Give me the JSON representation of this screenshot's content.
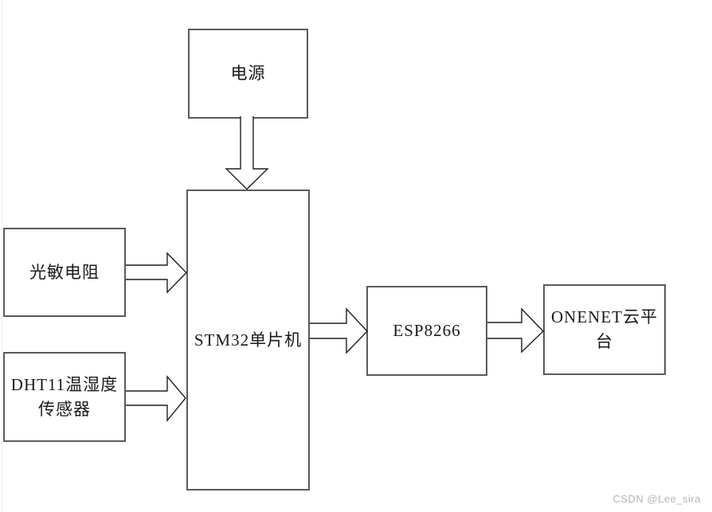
{
  "diagram": {
    "blocks": [
      {
        "id": "power",
        "label": "电源"
      },
      {
        "id": "stm32",
        "label": "STM32单片机"
      },
      {
        "id": "photoresistor",
        "label": "光敏电阻"
      },
      {
        "id": "dht11",
        "label": "DHT11温湿度传感器"
      },
      {
        "id": "esp8266",
        "label": "ESP8266"
      },
      {
        "id": "onenet",
        "label": "ONENET云平台"
      }
    ],
    "connections": [
      {
        "from": "电源",
        "to": "STM32单片机",
        "direction": "down"
      },
      {
        "from": "光敏电阻",
        "to": "STM32单片机",
        "direction": "right"
      },
      {
        "from": "DHT11温湿度传感器",
        "to": "STM32单片机",
        "direction": "right"
      },
      {
        "from": "STM32单片机",
        "to": "ESP8266",
        "direction": "right"
      },
      {
        "from": "ESP8266",
        "to": "ONENET云平台",
        "direction": "right"
      }
    ]
  },
  "watermark": {
    "text": "CSDN @Lee_sira"
  },
  "colors": {
    "background": "#ffffff",
    "box_border": "#5a5a5a",
    "arrow_outline": "#1f1f1f",
    "arrow_fill": "#ffffff",
    "text": "#1a1a1a",
    "watermark": "#b5b5b5"
  }
}
